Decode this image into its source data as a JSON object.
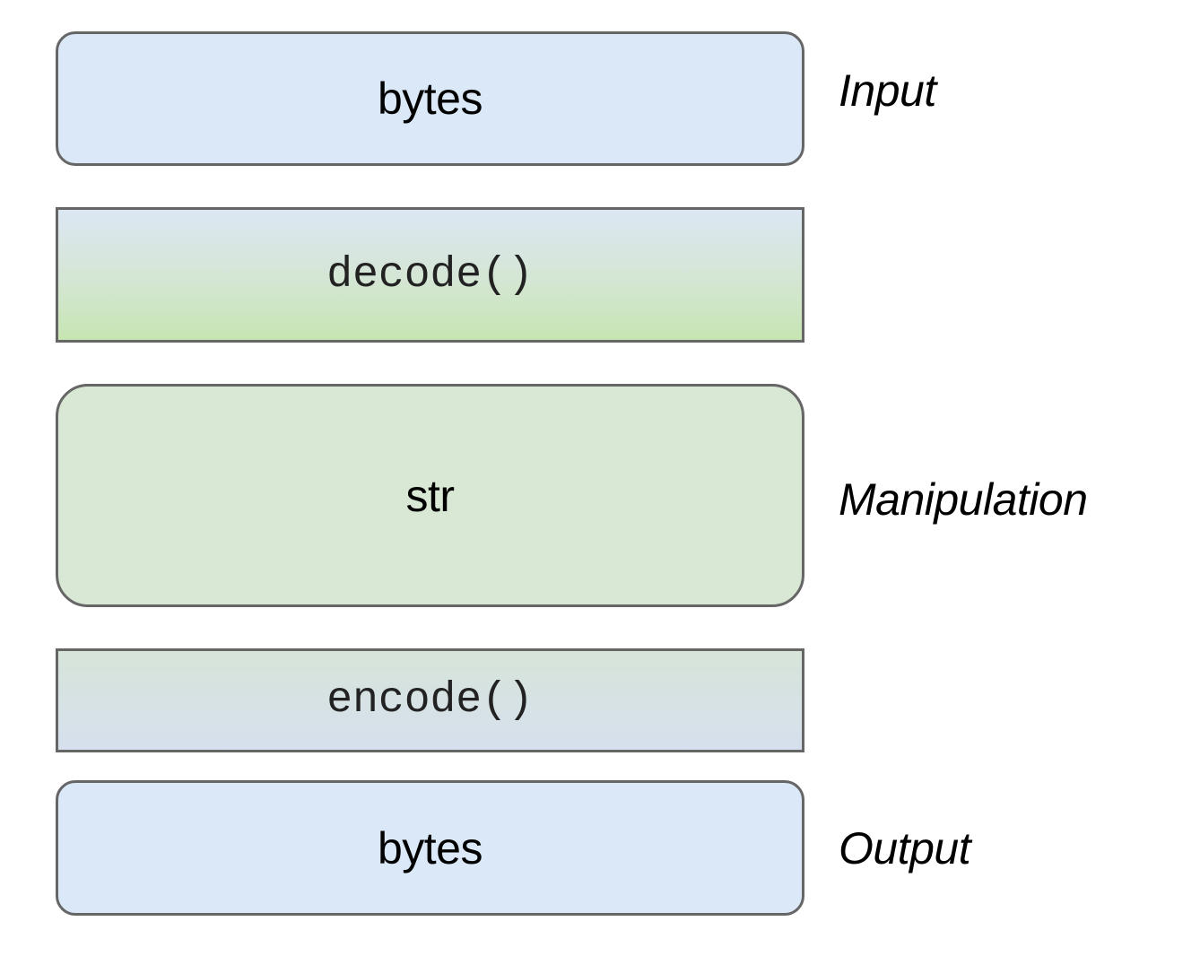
{
  "layers": {
    "input": {
      "text": "bytes",
      "label": "Input"
    },
    "decode": {
      "text": "decode()"
    },
    "manipulation": {
      "text": "str",
      "label": "Manipulation"
    },
    "encode": {
      "text": "encode()"
    },
    "output": {
      "text": "bytes",
      "label": "Output"
    }
  },
  "colors": {
    "bytes_fill": "#dae8f8",
    "str_fill": "#d9e8d5",
    "decode_fill_bottom": "#c7e5b2",
    "encode_fill": "#d6e0ee",
    "border": "#666666"
  }
}
